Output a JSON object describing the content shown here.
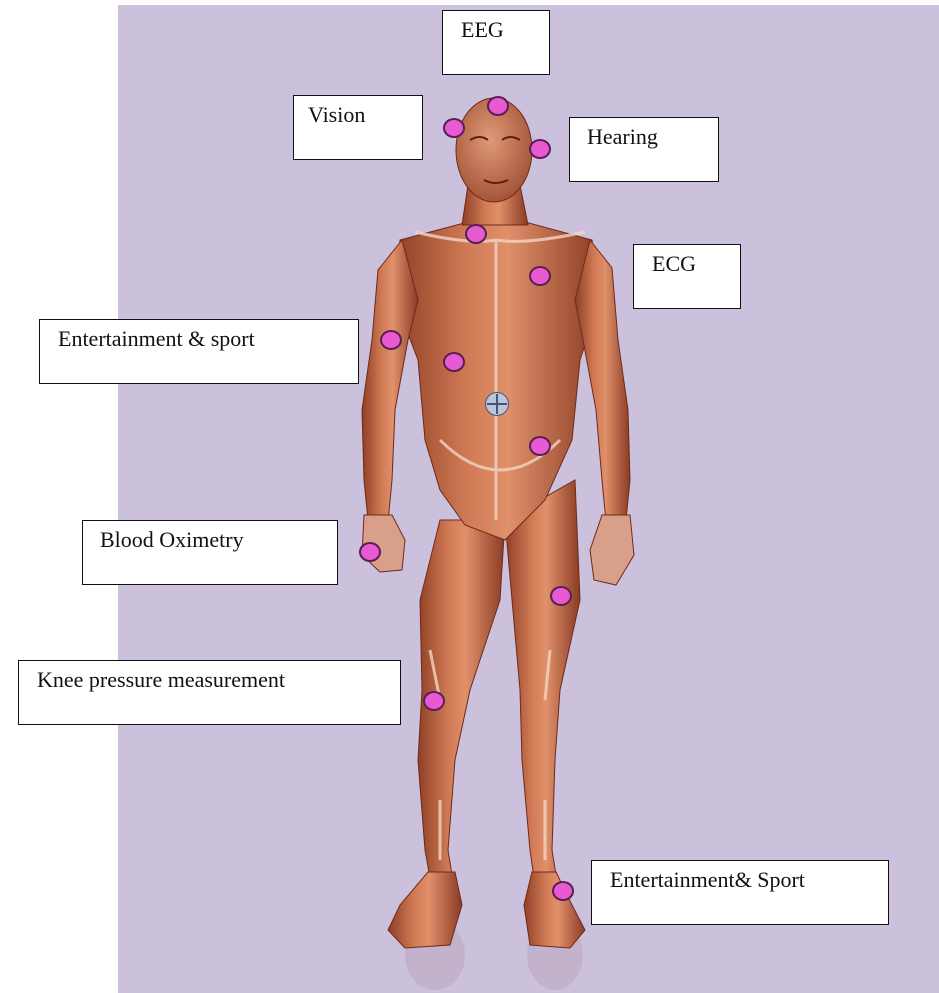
{
  "labels": {
    "eeg": "EEG",
    "vision": "Vision",
    "hearing": "Hearing",
    "ecg": "ECG",
    "entertainment_arm": "Entertainment & sport",
    "blood_oximetry": "Blood Oximetry",
    "knee_pressure": "Knee pressure measurement",
    "entertainment_foot": "Entertainment& Sport"
  },
  "colors": {
    "background": "#cbc1dd",
    "sensor": "#e85ad2",
    "skin": "#c66a4a"
  },
  "icons": {
    "sensor": "sensor-dot-icon",
    "center": "crosshair-icon"
  }
}
